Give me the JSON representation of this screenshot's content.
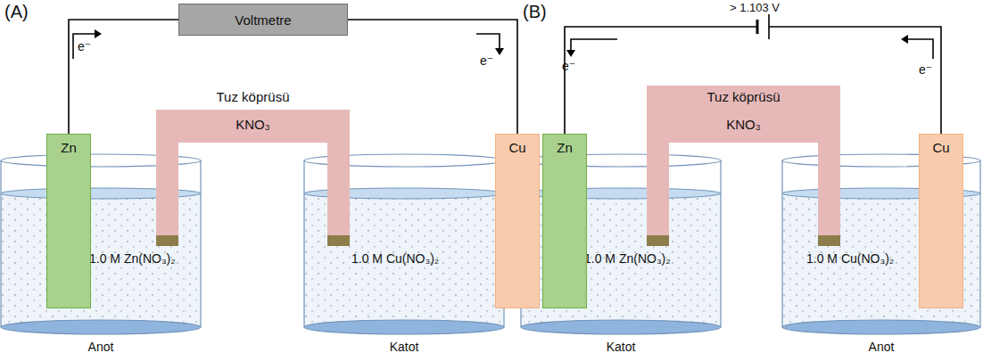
{
  "diagram": {
    "nodes": [
      {
        "text": [
          "Voltmetre"
        ]
      },
      {
        "text": [
          "Zn"
        ]
      },
      {
        "text": [
          "Tuz köprüsü",
          "KNO₃"
        ]
      },
      {
        "text": [
          "Cu"
        ]
      },
      {
        "text": [
          "1.0 M Zn(NO₃)₂",
          "Anot"
        ]
      },
      {
        "text": [
          "1.0 M Cu(NO₃)₂",
          "Katot"
        ]
      },
      {
        "text": [
          "Zn"
        ]
      },
      {
        "text": [
          "Tuz köprüsü",
          "KNO₃"
        ]
      },
      {
        "text": [
          "Cu"
        ]
      },
      {
        "text": [
          "1.0 M Zn(NO₃)₂",
          "Katot"
        ]
      },
      {
        "text": [
          "1.0 M Cu(NO₃)₂",
          "Anot"
        ]
      }
    ],
    "edges": [
      {
        "from": 1,
        "to": 0,
        "arrow": "none"
      },
      {
        "from": 0,
        "to": 3,
        "arrow": "none"
      },
      {
        "from": 8,
        "to": 6,
        "arrow": "none"
      }
    ],
    "labels": [
      "(A)",
      "(B)",
      "e⁻",
      "e⁻",
      "e⁻",
      "e⁻",
      "> 1.103 V"
    ]
  }
}
